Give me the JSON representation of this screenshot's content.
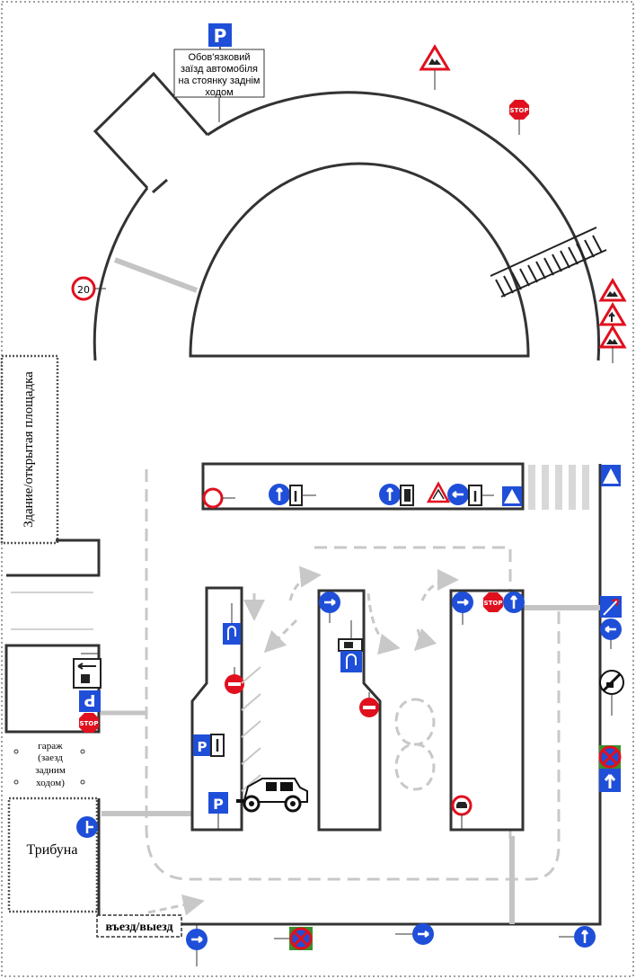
{
  "labels": {
    "parking_note_line1": "Обов'язковий",
    "parking_note_line2": "заїзд автомобіля",
    "parking_note_line3": "на стоянку заднім",
    "parking_note_line4": "ходом",
    "building": "Здание/открытая площадка",
    "garage_line1": "гараж",
    "garage_line2": "(заезд",
    "garage_line3": "задним",
    "garage_line4": "ходом)",
    "tribune": "Трибуна",
    "entrance": "въезд/выезд"
  },
  "signs": {
    "parking_letter": "P",
    "speed_limit": "20",
    "stop_text": "STOP"
  },
  "colors": {
    "sign_blue": "#1f4fd8",
    "sign_red": "#e0101e",
    "road_line": "#333333",
    "dash_grey": "#c8c8c8",
    "aux_grey": "#c4c4c4",
    "frame_dot": "#a0a0a0"
  },
  "icons": [
    "parking-sign-icon",
    "speed-limit-icon",
    "stop-sign-icon",
    "no-entry-icon",
    "one-way-arrow-icon",
    "warning-triangle-icon",
    "car-icon",
    "railroad-crossing-icon"
  ]
}
